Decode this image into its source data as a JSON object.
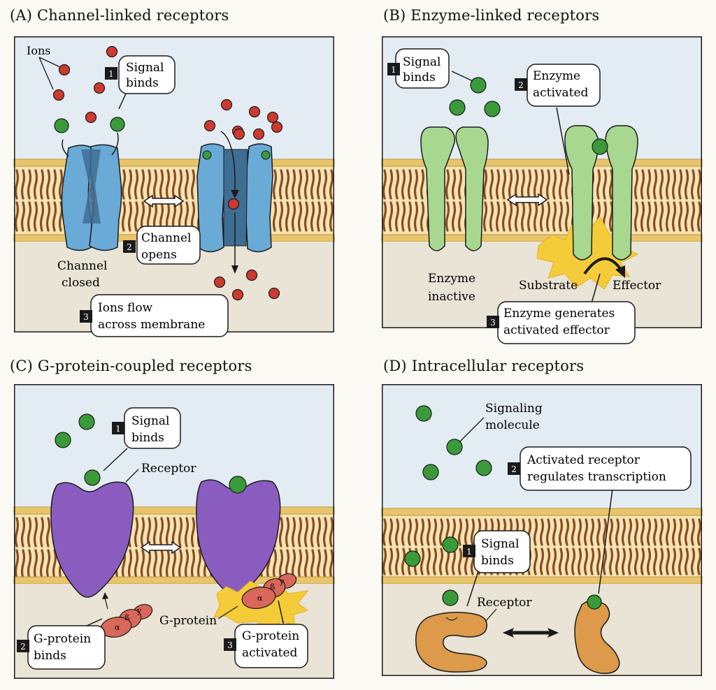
{
  "panels": {
    "a": {
      "title": "(A) Channel-linked receptors",
      "ions_label": "Ions",
      "step1": {
        "num": "1",
        "line1": "Signal",
        "line2": "binds"
      },
      "step2": {
        "num": "2",
        "line1": "Channel",
        "line2": "opens"
      },
      "step3": {
        "num": "3",
        "line1": "Ions flow",
        "line2": "across membrane"
      },
      "closed_label_1": "Channel",
      "closed_label_2": "closed"
    },
    "b": {
      "title": "(B) Enzyme-linked receptors",
      "step1": {
        "num": "1",
        "line1": "Signal",
        "line2": "binds"
      },
      "step2": {
        "num": "2",
        "line1": "Enzyme",
        "line2": "activated"
      },
      "step3": {
        "num": "3",
        "line1": "Enzyme generates",
        "line2": "activated effector"
      },
      "inactive_label_1": "Enzyme",
      "inactive_label_2": "inactive",
      "substrate_label": "Substrate",
      "effector_label": "Effector"
    },
    "c": {
      "title": "(C) G-protein-coupled receptors",
      "step1": {
        "num": "1",
        "line1": "Signal",
        "line2": "binds"
      },
      "step2": {
        "num": "2",
        "line1": "G-protein",
        "line2": "binds"
      },
      "step3": {
        "num": "3",
        "line1": "G-protein",
        "line2": "activated"
      },
      "receptor_label": "Receptor",
      "gprotein_label": "G-protein",
      "alpha": "α",
      "beta": "ß",
      "gamma": "y"
    },
    "d": {
      "title": "(D) Intracellular receptors",
      "signal_label_1": "Signaling",
      "signal_label_2": "molecule",
      "step1": {
        "num": "1",
        "line1": "Signal",
        "line2": "binds"
      },
      "step2": {
        "num": "2",
        "line1": "Activated receptor",
        "line2": "regulates transcription"
      },
      "receptor_label": "Receptor"
    }
  },
  "colors": {
    "extracellular": "#e4ecf3",
    "cytoplasm": "#eae4d6",
    "membrane_edge": "#e8c56a",
    "lipid_fill": "#f4e3b3",
    "lipid_tail": "#8a4b22",
    "ion": "#cc3a30",
    "signal": "#3a9a3a",
    "channel": "#6aaad6",
    "channel_dark": "#3f6e94",
    "enzyme": "#a8d890",
    "gpcr": "#8a5cbf",
    "gprotein": "#d9675a",
    "glow": "#f4cc3a",
    "intracellular_receptor": "#dc9a4a"
  }
}
